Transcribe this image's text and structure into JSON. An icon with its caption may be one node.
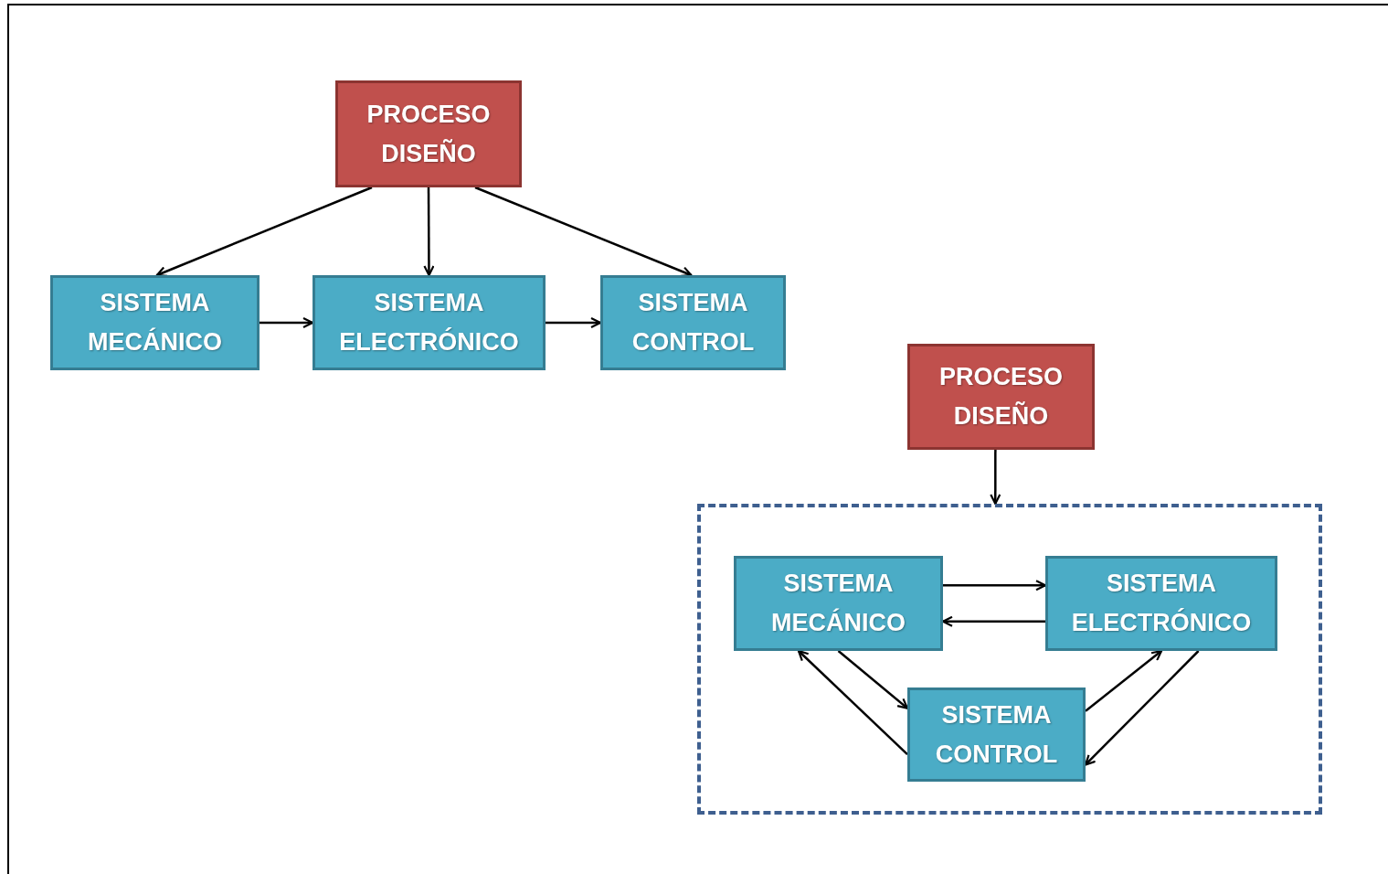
{
  "diagram": {
    "nodes": [
      {
        "text": [
          "PROCESO DISEÑO"
        ]
      },
      {
        "text": [
          "SISTEMA MECÁNICO"
        ]
      },
      {
        "text": [
          "SISTEMA ELECTRÓNICO"
        ]
      },
      {
        "text": [
          "SISTEMA CONTROL"
        ]
      },
      {
        "text": [
          "PROCESO DISEÑO"
        ]
      },
      {
        "text": [],
        "shape": "box"
      },
      {
        "text": [
          "SISTEMA MECÁNICO"
        ],
        "in": 5
      },
      {
        "text": [
          "SISTEMA ELECTRÓNICO"
        ],
        "in": 5
      },
      {
        "text": [
          "SISTEMA CONTROL"
        ],
        "in": 5
      }
    ],
    "edges": [
      {
        "from": 0,
        "to": 1,
        "arrow": "to"
      },
      {
        "from": 0,
        "to": 2,
        "arrow": "to"
      },
      {
        "from": 0,
        "to": 3,
        "arrow": "to"
      },
      {
        "from": 1,
        "to": 2,
        "arrow": "to"
      },
      {
        "from": 2,
        "to": 3,
        "arrow": "to"
      },
      {
        "from": 4,
        "to": 5,
        "arrow": "to"
      },
      {
        "from": 6,
        "to": 7,
        "arrow": "to"
      },
      {
        "from": 7,
        "to": 6,
        "arrow": "to"
      },
      {
        "from": 6,
        "to": 8,
        "arrow": "to"
      },
      {
        "from": 8,
        "to": 6,
        "arrow": "to"
      },
      {
        "from": 8,
        "to": 7,
        "arrow": "to"
      },
      {
        "from": 7,
        "to": 8,
        "arrow": "to"
      }
    ]
  }
}
